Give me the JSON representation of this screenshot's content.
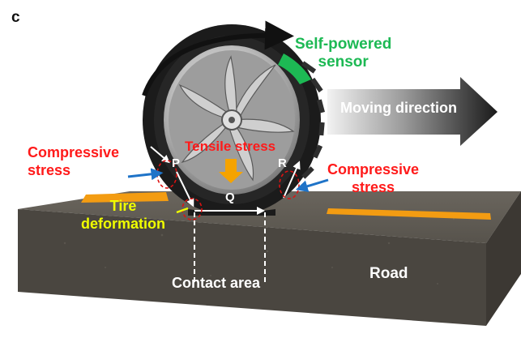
{
  "panel_label": "c",
  "labels": {
    "sensor": "Self-powered\nsensor",
    "moving_direction": "Moving direction",
    "tensile_stress": "Tensile stress",
    "compressive_left": "Compressive\nstress",
    "compressive_right": "Compressive\nstress",
    "tire_deformation": "Tire\ndeformation",
    "point_p": "P",
    "point_q": "Q",
    "point_r": "R",
    "contact_area": "Contact area",
    "road": "Road"
  },
  "colors": {
    "stress_text": "#ff1a1a",
    "sensor_green": "#1db954",
    "deformation_yellow": "#f0ff00",
    "stripe_orange": "#f39c12",
    "arrow_blue": "#1e73c8",
    "road_gray": "#5a5650"
  }
}
